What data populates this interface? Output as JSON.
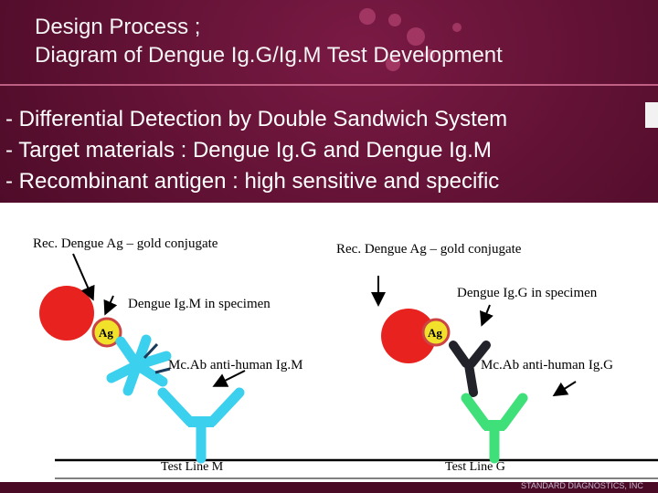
{
  "title": {
    "line1": "Design Process ;",
    "line2": "Diagram of Dengue Ig.G/Ig.M Test Development"
  },
  "bullets": [
    "- Differential Detection by Double Sandwich System",
    "- Target materials : Dengue Ig.G and Dengue Ig.M",
    "- Recombinant antigen : high sensitive and specific"
  ],
  "diagram": {
    "left": {
      "conjugate_label": "Rec. Dengue Ag – gold conjugate",
      "specimen_label": "Dengue Ig.M in specimen",
      "antibody_label": "Mc.Ab anti-human  Ig.M",
      "test_line_label": "Test Line M",
      "ag_badge": "Ag"
    },
    "right": {
      "conjugate_label": "Rec. Dengue Ag – gold conjugate",
      "specimen_label": "Dengue Ig.G in specimen",
      "antibody_label": "Mc.Ab anti-human  Ig.G",
      "test_line_label": "Test Line G",
      "ag_badge": "Ag"
    }
  },
  "footer": "STANDARD DIAGNOSTICS, INC",
  "colors": {
    "background": "#5a0f2e",
    "gold_particle": "#e8221e",
    "antigen_badge": "#f2e12a",
    "igm_antibody": "#3bd0ee",
    "igg_antibody": "#22222a",
    "capture_igg": "#3fe07a"
  }
}
